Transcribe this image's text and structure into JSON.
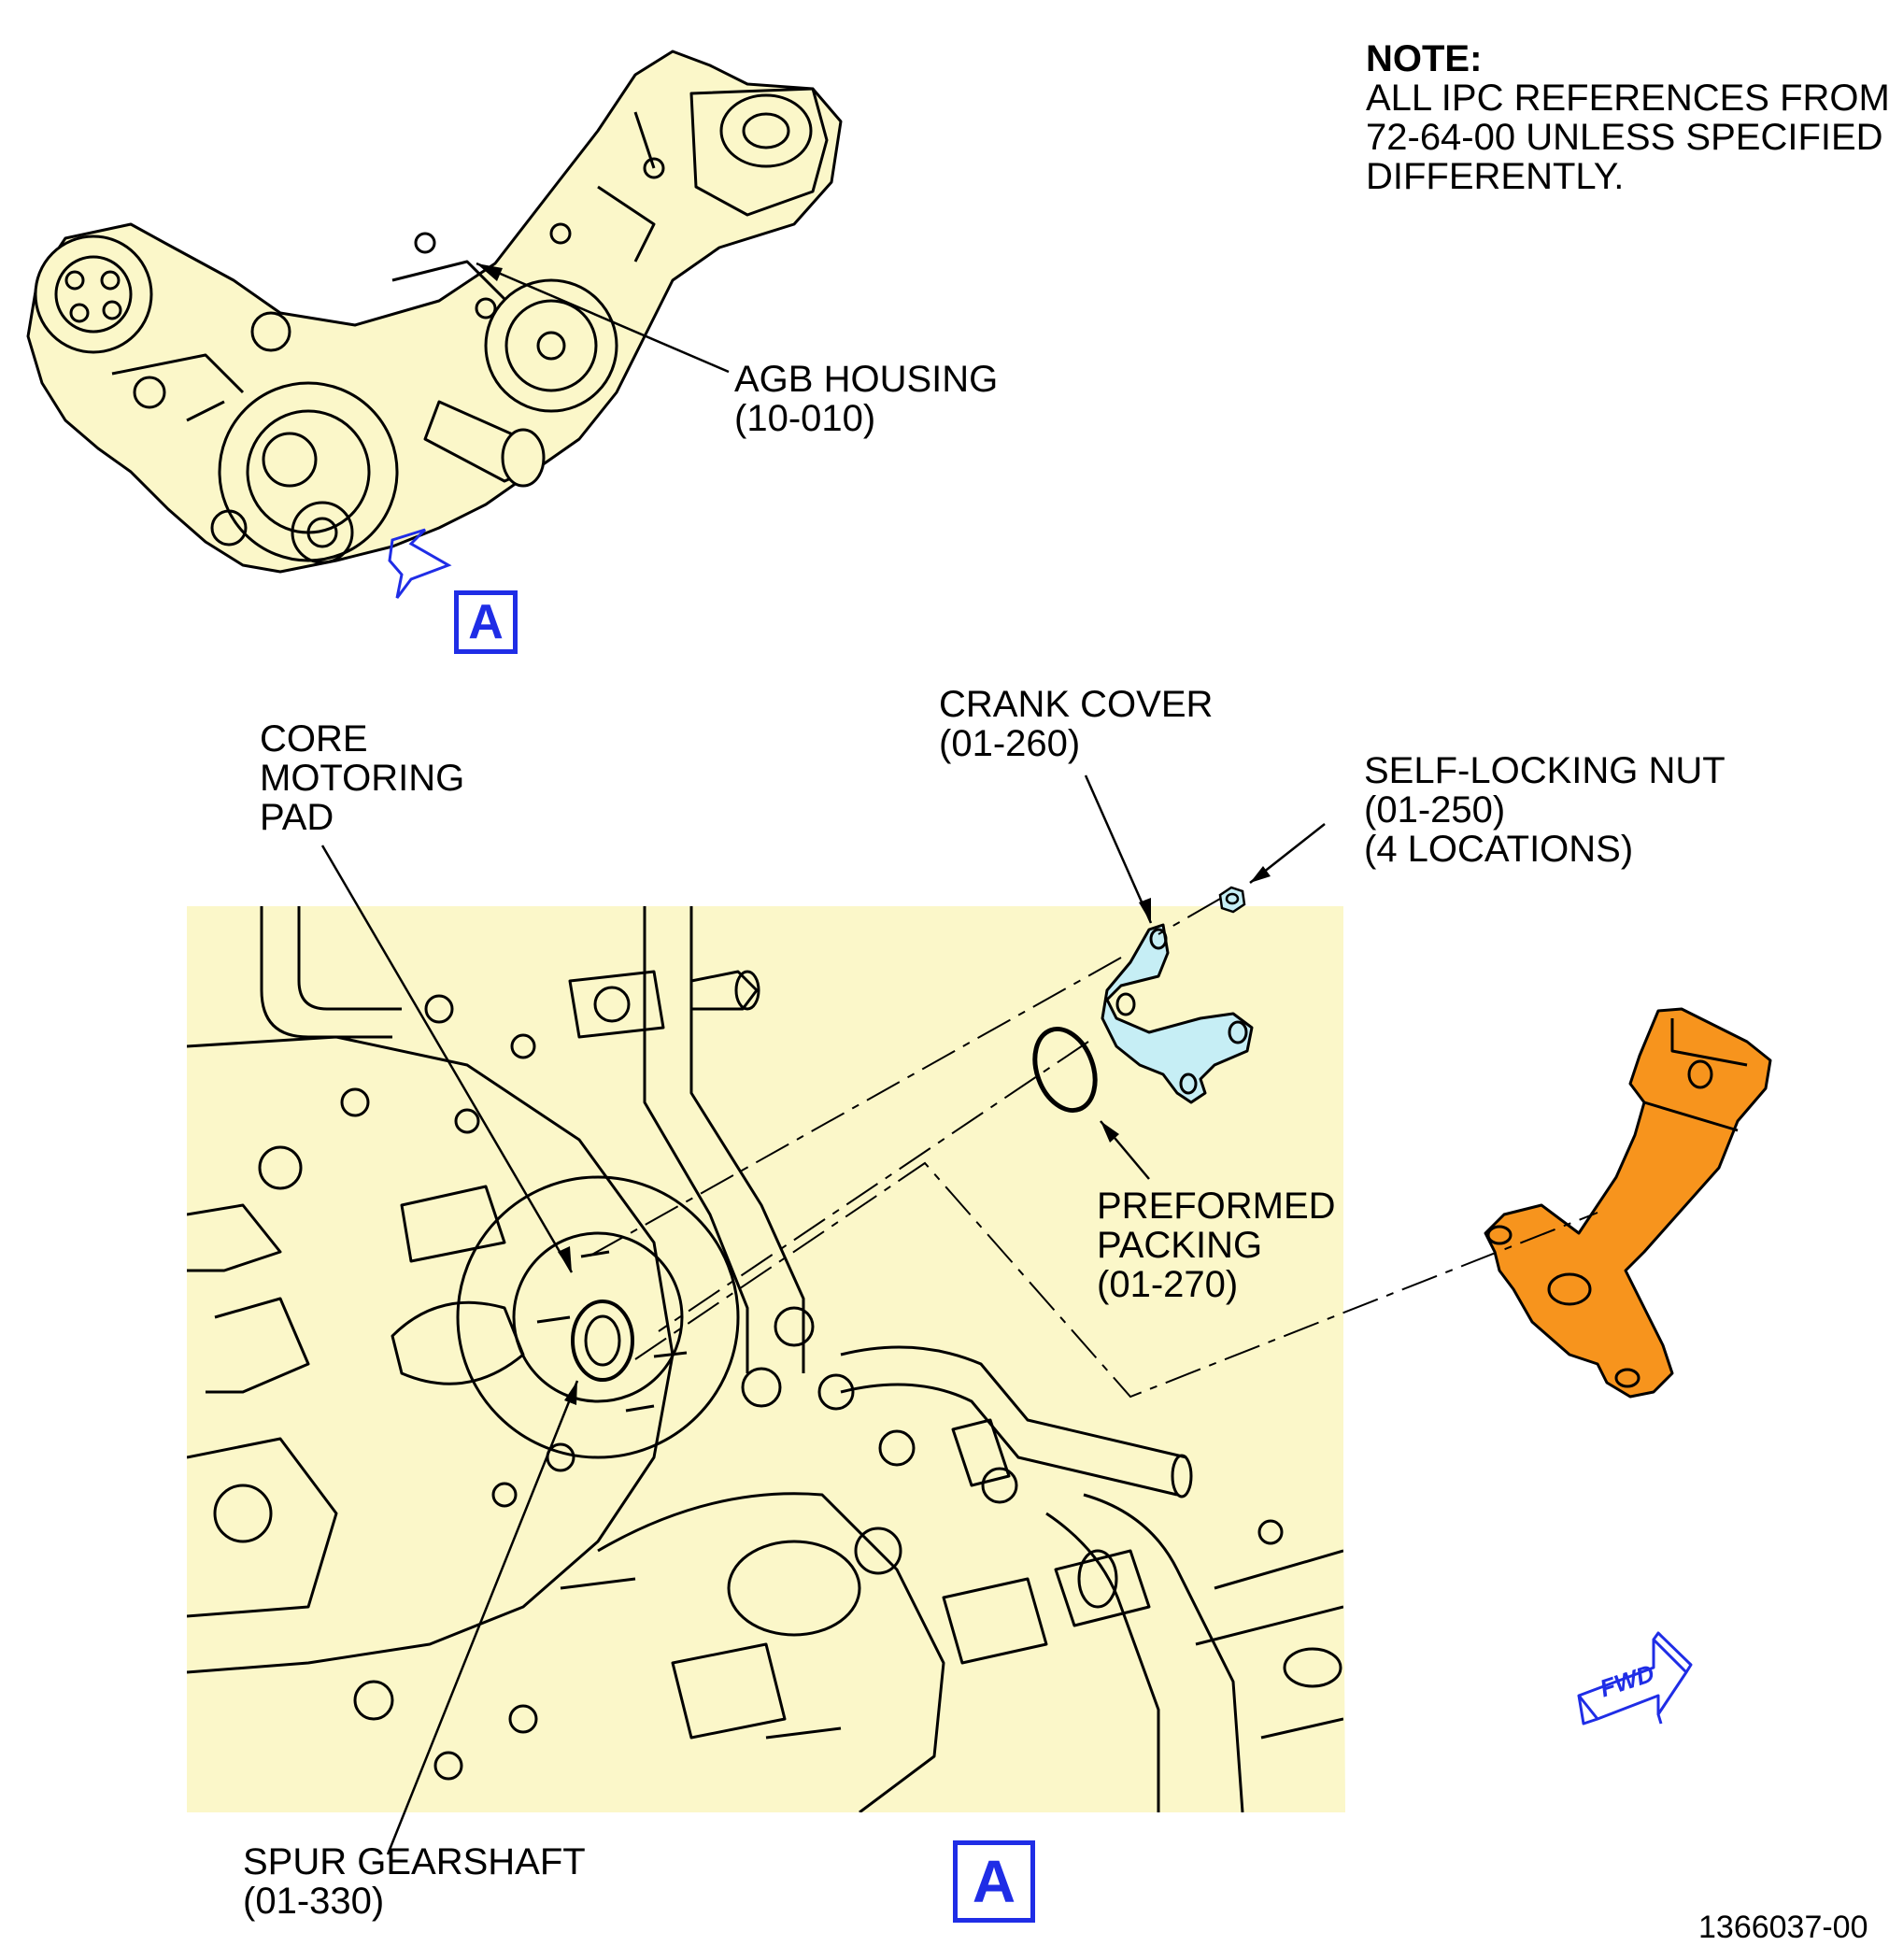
{
  "note": {
    "title": "NOTE:",
    "lines": [
      "ALL IPC REFERENCES FROM",
      "72-64-00 UNLESS SPECIFIED",
      "DIFFERENTLY."
    ]
  },
  "callouts": {
    "agb_housing": [
      "AGB HOUSING",
      "(10-010)"
    ],
    "core_motoring_pad": [
      "CORE",
      "MOTORING",
      "PAD"
    ],
    "crank_cover": [
      "CRANK COVER",
      "(01-260)"
    ],
    "self_locking_nut": [
      "SELF-LOCKING NUT",
      "(01-250)",
      "(4 LOCATIONS)"
    ],
    "preformed_packing": [
      "PREFORMED",
      "PACKING",
      "(01-270)"
    ],
    "spur_gearshaft": [
      "SPUR GEARSHAFT",
      "(01-330)"
    ]
  },
  "view_markers": {
    "upper": "A",
    "lower": "A"
  },
  "fwd_arrow": "FWD",
  "figure_number": "1366037-00",
  "colors": {
    "engine_fill": "#fbf7c9",
    "crank_cover_fill": "#c6eef5",
    "tool_fill": "#f7941d",
    "view_marker": "#1f2de6",
    "line": "#000000"
  }
}
